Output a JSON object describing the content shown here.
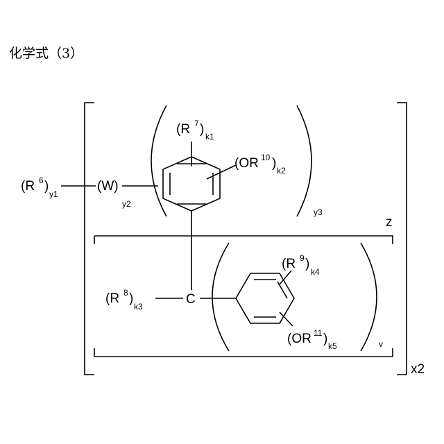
{
  "title": "化学式（3）",
  "labels": {
    "r6": "(R",
    "r6_sup": "6",
    "r6_close": ")",
    "r6_sub": "y1",
    "w": "(W)",
    "w_sub": "y2",
    "r7": "(R",
    "r7_sup": "7",
    "r7_close": ")",
    "r7_sub": "k1",
    "or10": "(OR",
    "or10_sup": "10",
    "or10_close": ")",
    "or10_sub": "k2",
    "y3": "y3",
    "z": "z",
    "r8": "(R",
    "r8_sup": "8",
    "r8_close": ")",
    "r8_sub": "k3",
    "carbon": "C",
    "r9": "(R",
    "r9_sup": "9",
    "r9_close": ")",
    "r9_sub": "k4",
    "or11": "(OR",
    "or11_sup": "11",
    "or11_close": ")",
    "or11_sub": "k5",
    "v": "v",
    "x2": "x2"
  }
}
